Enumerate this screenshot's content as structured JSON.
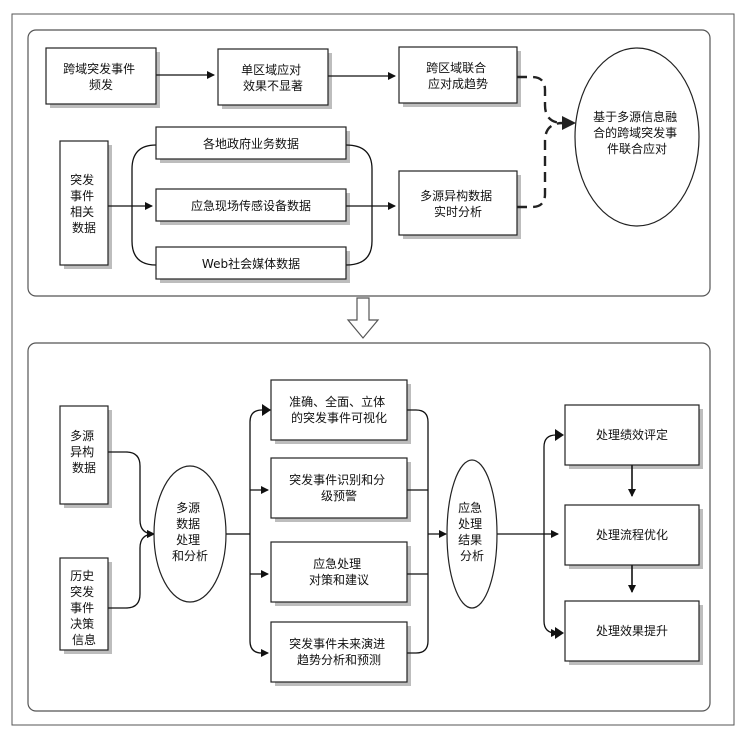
{
  "top": {
    "cross_region_event": [
      "跨域突发事件",
      "频发"
    ],
    "single_region": [
      "单区域应对",
      "效果不显著"
    ],
    "cross_region_joint": [
      "跨区域联合",
      "应对成趋势"
    ],
    "event_related_data": [
      "突发",
      "事件",
      "相关",
      "数据"
    ],
    "gov_business_data": [
      "各地政府业务数据"
    ],
    "sensor_data": [
      "应急现场传感设备数据"
    ],
    "social_media_data": [
      "Web社会媒体数据"
    ],
    "multi_source_analysis": [
      "多源异构数据",
      "实时分析"
    ],
    "goal": [
      "基于多源信息融",
      "合的跨域突发事",
      "件联合应对"
    ]
  },
  "bottom": {
    "multi_source_data": [
      "多源",
      "异构",
      "数据"
    ],
    "history_info": [
      "历史",
      "突发",
      "事件",
      "决策",
      "信息"
    ],
    "processing": [
      "多源",
      "数据",
      "处理",
      "和分析"
    ],
    "visualization": [
      "准确、全面、立体",
      "的突发事件可视化"
    ],
    "identification": [
      "突发事件识别和分",
      "级预警"
    ],
    "suggestions": [
      "应急处理",
      "对策和建议"
    ],
    "trend": [
      "突发事件未来演进",
      "趋势分析和预测"
    ],
    "result_analysis": [
      "应急",
      "处理",
      "结果",
      "分析"
    ],
    "evaluation": [
      "处理绩效评定"
    ],
    "optimization": [
      "处理流程优化"
    ],
    "improvement": [
      "处理效果提升"
    ]
  }
}
